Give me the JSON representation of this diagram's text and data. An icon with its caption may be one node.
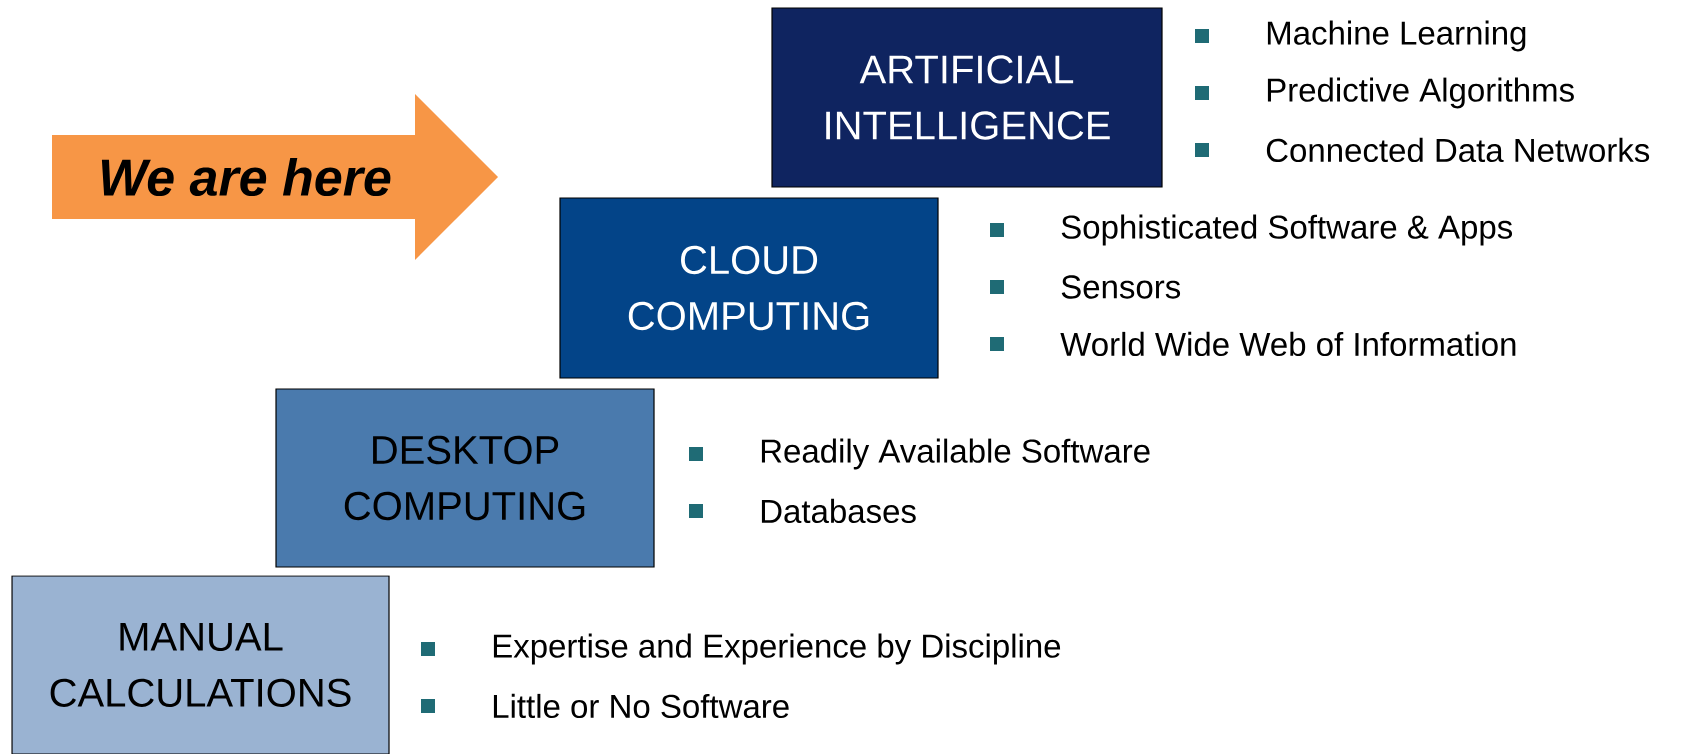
{
  "diagram": {
    "nodes": [
      {
        "text": [
          "We are here"
        ]
      },
      {
        "text": [
          "ARTIFICIAL INTELLIGENCE"
        ],
        "beside": [
          "Machine Learning",
          "Predictive Algorithms",
          "Connected Data Networks"
        ]
      },
      {
        "text": [
          "CLOUD COMPUTING"
        ],
        "beside": [
          "Sophisticated Software & Apps",
          "Sensors",
          "World Wide Web of Information"
        ]
      },
      {
        "text": [
          "DESKTOP COMPUTING"
        ],
        "beside": [
          "Readily Available Software",
          "Databases"
        ]
      },
      {
        "text": [
          "MANUAL CALCULATIONS"
        ],
        "beside": [
          "Expertise and Experience by Discipline",
          "Little or No Software"
        ]
      }
    ]
  }
}
